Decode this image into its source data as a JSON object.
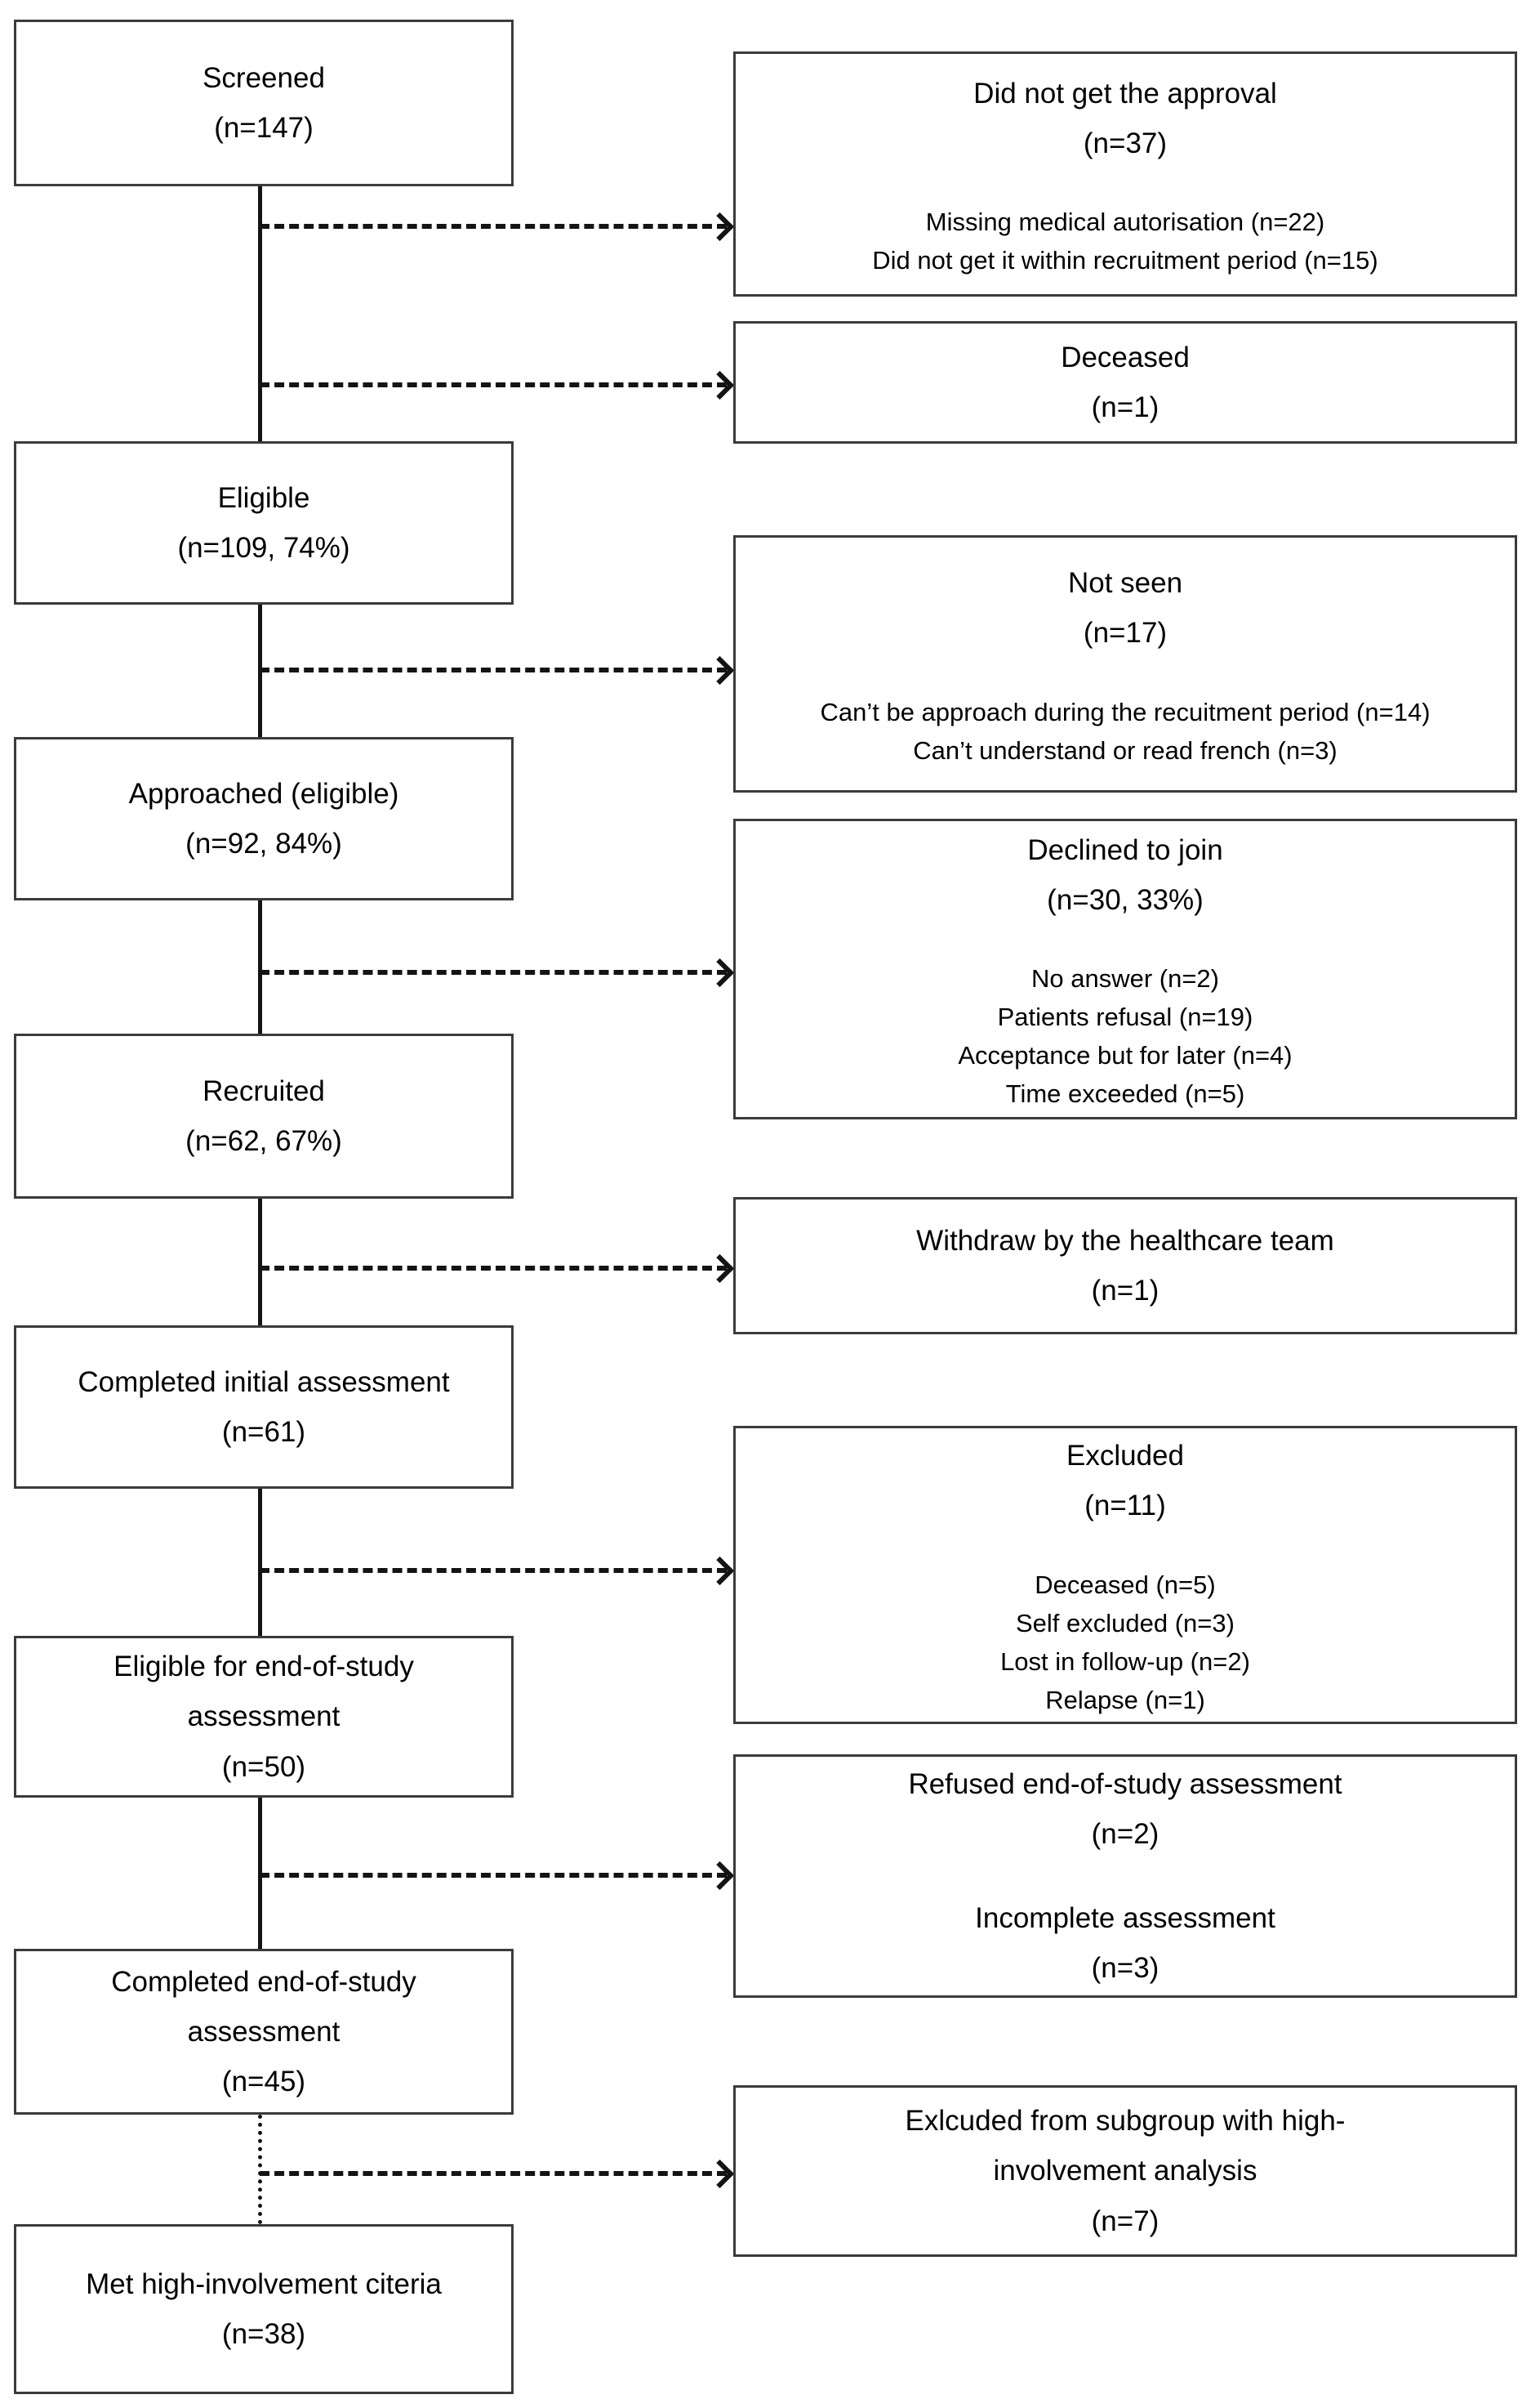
{
  "flowchart": {
    "left_column": [
      {
        "title": "Screened",
        "count": "(n=147)"
      },
      {
        "title": "Eligible",
        "count": "(n=109, 74%)"
      },
      {
        "title": "Approached (eligible)",
        "count": "(n=92, 84%)"
      },
      {
        "title": "Recruited",
        "count": "(n=62, 67%)"
      },
      {
        "title": "Completed initial assessment",
        "count": "(n=61)"
      },
      {
        "title": "Eligible for end-of-study assessment",
        "count": "(n=50)"
      },
      {
        "title": "Completed end-of-study assessment",
        "count": "(n=45)"
      },
      {
        "title": "Met high-involvement citeria",
        "count": "(n=38)"
      }
    ],
    "right_column": [
      {
        "title": "Did not get the approval",
        "count": "(n=37)",
        "details": [
          "Missing medical autorisation (n=22)",
          "Did not get it within recruitment period (n=15)"
        ]
      },
      {
        "title": "Deceased",
        "count": "(n=1)",
        "details": []
      },
      {
        "title": "Not seen",
        "count": "(n=17)",
        "details": [
          "Can’t be approach during the recuitment period (n=14)",
          "Can’t understand or read french (n=3)"
        ]
      },
      {
        "title": "Declined to join",
        "count": "(n=30, 33%)",
        "details": [
          "No answer (n=2)",
          "Patients refusal (n=19)",
          "Acceptance but for later (n=4)",
          "Time exceeded (n=5)"
        ]
      },
      {
        "title": "Withdraw by the healthcare team",
        "count": "(n=1)",
        "details": []
      },
      {
        "title": "Excluded",
        "count": "(n=11)",
        "details": [
          "Deceased (n=5)",
          "Self excluded (n=3)",
          "Lost in follow-up (n=2)",
          "Relapse (n=1)"
        ]
      },
      {
        "title": "Refused end-of-study assessment",
        "count": "(n=2)",
        "title2": "Incomplete assessment",
        "count2": "(n=3)",
        "details": []
      },
      {
        "title": "Exlcuded from subgroup with high-involvement analysis",
        "count": "(n=7)",
        "details": []
      }
    ]
  }
}
